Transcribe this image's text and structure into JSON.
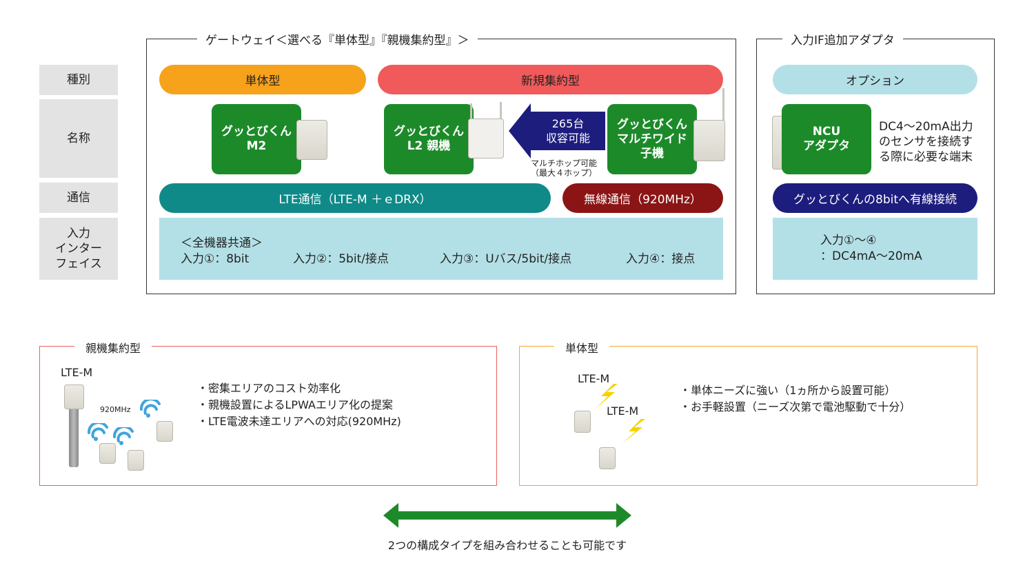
{
  "row_labels": [
    "種別",
    "名称",
    "通信",
    "入力\nインター\nフェイス"
  ],
  "gateway": {
    "title": "ゲートウェイ＜選べる『単体型』『親機集約型』＞",
    "type_single": "単体型",
    "type_aggregate": "新規集約型",
    "device_m2": "グッとびくん\nM2",
    "device_l2": "グッとびくん\nL2 親機",
    "device_multi": "グッとびくん\nマルチワイド\n子機",
    "capacity": "265台\n収容可能",
    "multihop": "マルチホップ可能\n（最大４ホップ）",
    "comm_lte": "LTE通信（LTE-M ＋ｅDRX）",
    "comm_wireless": "無線通信（920MHz）",
    "input_header": "＜全機器共通＞",
    "inputs": [
      "入力①：8bit",
      "入力②：5bit/接点",
      "入力③：Uバス/5bit/接点",
      "入力④：接点"
    ]
  },
  "adapter": {
    "title": "入力IF追加アダプタ",
    "type": "オプション",
    "name": "NCU\nアダプタ",
    "description": "DC4～20mA出力\nのセンサを接続す\nる際に必要な端末",
    "comm": "グッとびくんの8bitへ有線接続",
    "input": "入力①～④\n：DC4mA～20mA"
  },
  "panel_aggregate": {
    "title": "親機集約型",
    "lte_label": "LTE-M",
    "freq_label": "920MHz",
    "bullets": [
      "・密集エリアのコスト効率化",
      "・親機設置によるLPWAエリア化の提案",
      "・LTE電波未達エリアへの対応(920MHz)"
    ]
  },
  "panel_single": {
    "title": "単体型",
    "lte_label_1": "LTE-M",
    "lte_label_2": "LTE-M",
    "bullets": [
      "・単体ニーズに強い（1ヵ所から設置可能）",
      "・お手軽設置（ニーズ次第で電池駆動で十分）"
    ]
  },
  "footer": "2つの構成タイプを組み合わせることも可能です",
  "colors": {
    "orange": "#f7a21b",
    "red": "#f05a5a",
    "teal": "#0f8a88",
    "maroon": "#8b1515",
    "navy": "#1d1d7e",
    "light_cyan": "#b3e0e6",
    "green": "#1d8a2a",
    "wifi_blue": "#3fa4dc",
    "lightning": "#f5d300"
  }
}
